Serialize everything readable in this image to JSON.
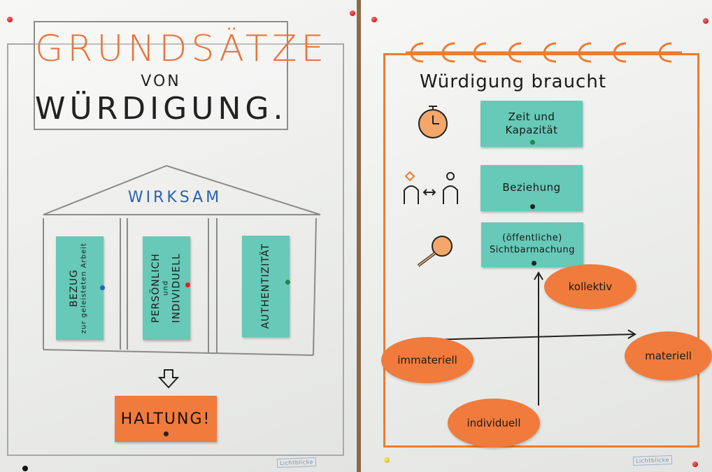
{
  "left_sheet": {
    "title": {
      "line1": "GRUNDSÄTZE",
      "line2": "VON",
      "line3": "WÜRDIGUNG."
    },
    "temple_label": "WIRKSAM",
    "pillars": [
      {
        "main": "BEZUG",
        "small": "zur geleisteten Arbeit"
      },
      {
        "main": "PERSÖNLICH",
        "small": "und",
        "main2": "INDIVIDUELL"
      },
      {
        "main": "AUTHENTIZITÄT"
      }
    ],
    "result": "HALTUNG!",
    "logo": "Lichtblicke"
  },
  "right_sheet": {
    "heading": "Würdigung braucht",
    "items": [
      {
        "icon": "stopwatch-icon",
        "label_line1": "Zeit und",
        "label_line2": "Kapazität"
      },
      {
        "icon": "relationship-icon",
        "label_line1": "Beziehung",
        "label_line2": ""
      },
      {
        "icon": "magnifier-icon",
        "label_line1": "(öffentliche)",
        "label_line2": "Sichtbarmachung"
      }
    ],
    "axis_labels": {
      "top": "kollektiv",
      "left": "immateriell",
      "right": "materiell",
      "bottom": "individuell"
    },
    "logo": "Lichtblicke"
  },
  "colors": {
    "orange": "#f07b3c",
    "teal": "#67c9b7",
    "blue": "#2b61b6",
    "frame_orange": "#ef7b2d"
  }
}
